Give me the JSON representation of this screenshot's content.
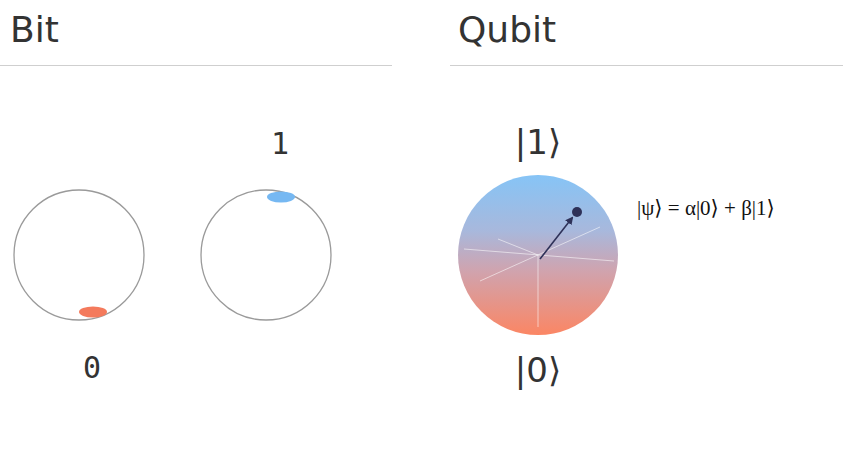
{
  "diagram": {
    "nodes": [
      {
        "text": [
          "0"
        ]
      },
      {
        "text": [
          "1"
        ]
      },
      {
        "text": [
          "|1⟩",
          "|0⟩"
        ]
      }
    ],
    "labels": [
      "Bit",
      "Qubit",
      "|ψ⟩ = α|0⟩ + β|1⟩"
    ]
  }
}
